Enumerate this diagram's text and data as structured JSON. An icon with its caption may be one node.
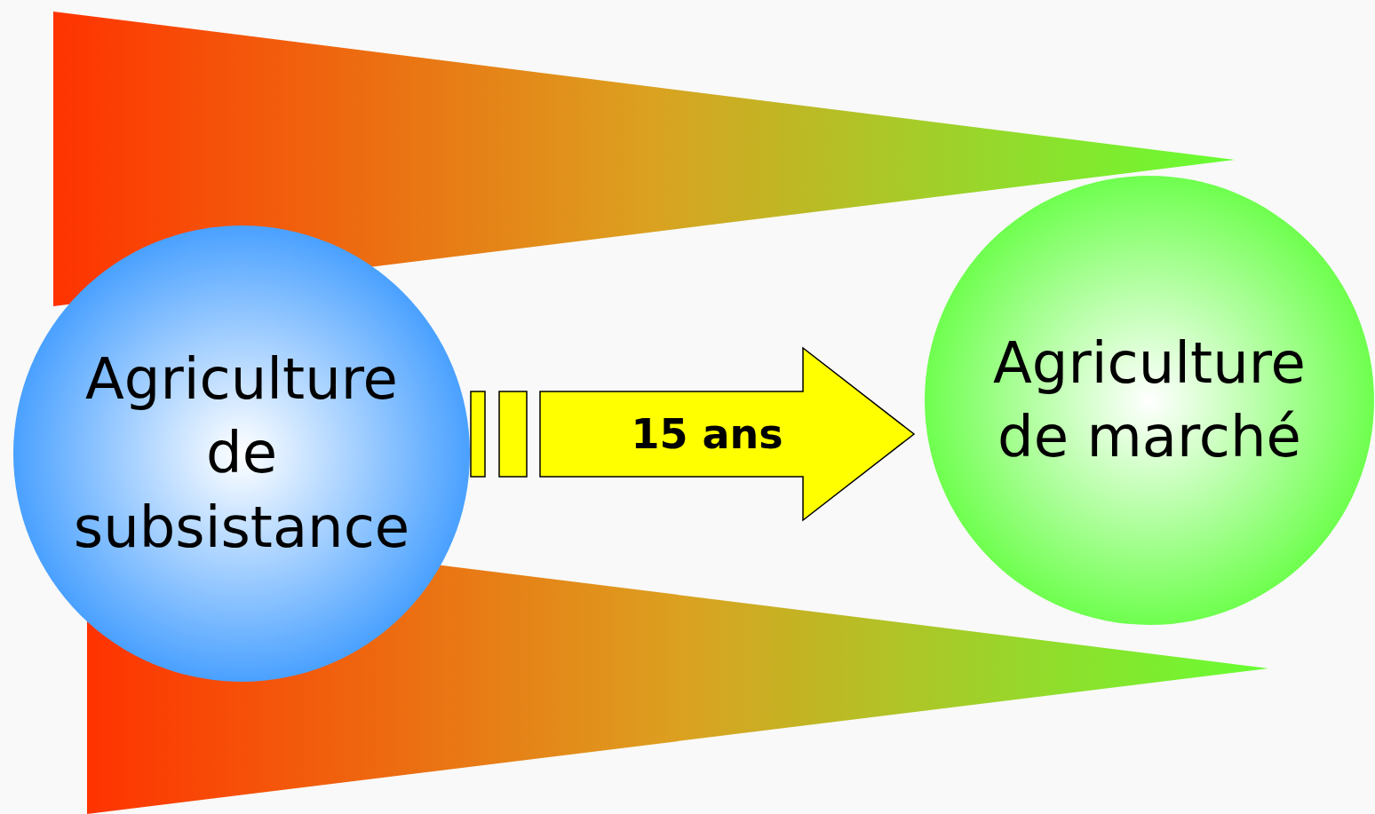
{
  "diagram": {
    "nodes": [
      {
        "text": [
          "Agriculture de subsistance"
        ]
      },
      {
        "text": [
          "Agriculture de marché"
        ]
      }
    ],
    "edges": [
      {
        "from": 0,
        "to": 1,
        "arrow": "to",
        "label": "15 ans"
      }
    ]
  }
}
